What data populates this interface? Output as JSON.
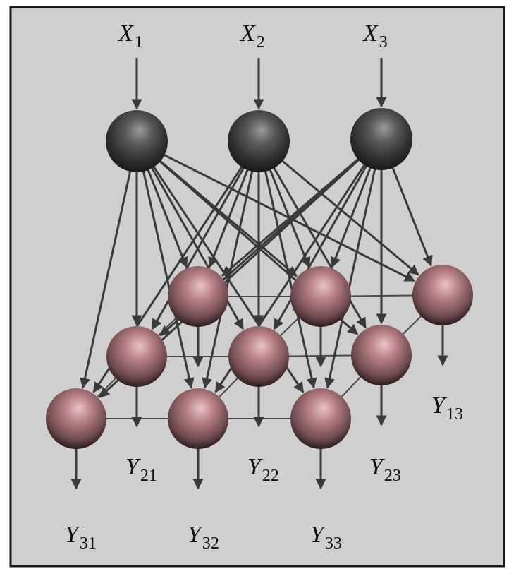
{
  "inputs": [
    {
      "base": "X",
      "sub": "1"
    },
    {
      "base": "X",
      "sub": "2"
    },
    {
      "base": "X",
      "sub": "3"
    }
  ],
  "outputs": [
    {
      "base": "Y",
      "sub": "13"
    },
    {
      "base": "Y",
      "sub": "21"
    },
    {
      "base": "Y",
      "sub": "22"
    },
    {
      "base": "Y",
      "sub": "23"
    },
    {
      "base": "Y",
      "sub": "31"
    },
    {
      "base": "Y",
      "sub": "32"
    },
    {
      "base": "Y",
      "sub": "33"
    }
  ],
  "colors": {
    "background": "#cfcfcf",
    "border": "#1a1a1a",
    "input_node": "#4a4a4a",
    "output_node": "#b07a80",
    "arrow": "#3a3a3a"
  }
}
